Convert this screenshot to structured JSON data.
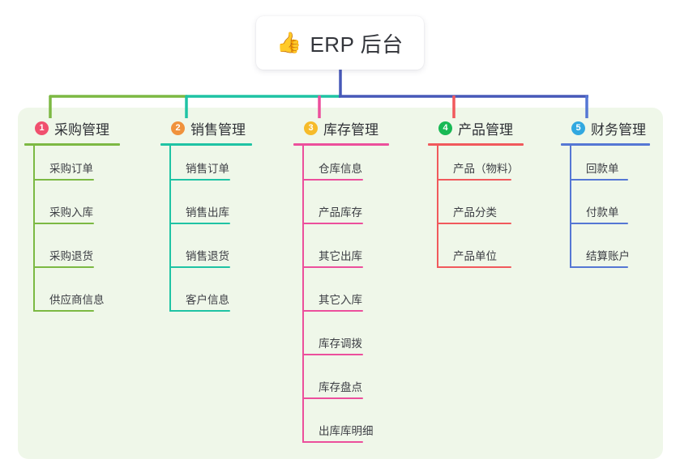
{
  "root": {
    "icon": "thumbs-up-icon",
    "emoji": "👍",
    "title": "ERP 后台"
  },
  "theme": {
    "panel_bg": "#eff7e9",
    "page_bg": "#ffffff",
    "text": "#3c3e44",
    "root_connector": "#4758b8"
  },
  "columns": [
    {
      "number": "1",
      "title": "采购管理",
      "badge_color": "#f0506e",
      "line_color": "#7cb943",
      "items": [
        "采购订单",
        "采购入库",
        "采购退货",
        "供应商信息"
      ]
    },
    {
      "number": "2",
      "title": "销售管理",
      "badge_color": "#f0923c",
      "line_color": "#1fc3a4",
      "items": [
        "销售订单",
        "销售出库",
        "销售退货",
        "客户信息"
      ]
    },
    {
      "number": "3",
      "title": "库存管理",
      "badge_color": "#f6bb2a",
      "line_color": "#ec4f9c",
      "items": [
        "仓库信息",
        "产品库存",
        "其它出库",
        "其它入库",
        "库存调拨",
        "库存盘点",
        "出库库明细"
      ]
    },
    {
      "number": "4",
      "title": "产品管理",
      "badge_color": "#19b955",
      "line_color": "#f1595c",
      "items": [
        "产品（物料）",
        "产品分类",
        "产品单位"
      ]
    },
    {
      "number": "5",
      "title": "财务管理",
      "badge_color": "#31a8e0",
      "line_color": "#5577d4",
      "items": [
        "回款单",
        "付款单",
        "结算账户"
      ]
    }
  ]
}
